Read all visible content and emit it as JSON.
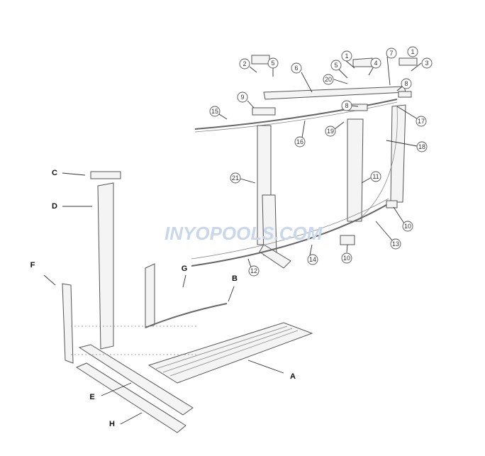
{
  "watermark": "INYOPOOLS.COM",
  "callouts": [
    "1",
    "1",
    "2",
    "3",
    "4",
    "5",
    "5",
    "6",
    "7",
    "8",
    "8",
    "9",
    "10",
    "10",
    "11",
    "12",
    "13",
    "14",
    "15",
    "16",
    "17",
    "18",
    "19",
    "20",
    "21"
  ],
  "letters": [
    "A",
    "B",
    "C",
    "D",
    "E",
    "F",
    "G",
    "H"
  ]
}
